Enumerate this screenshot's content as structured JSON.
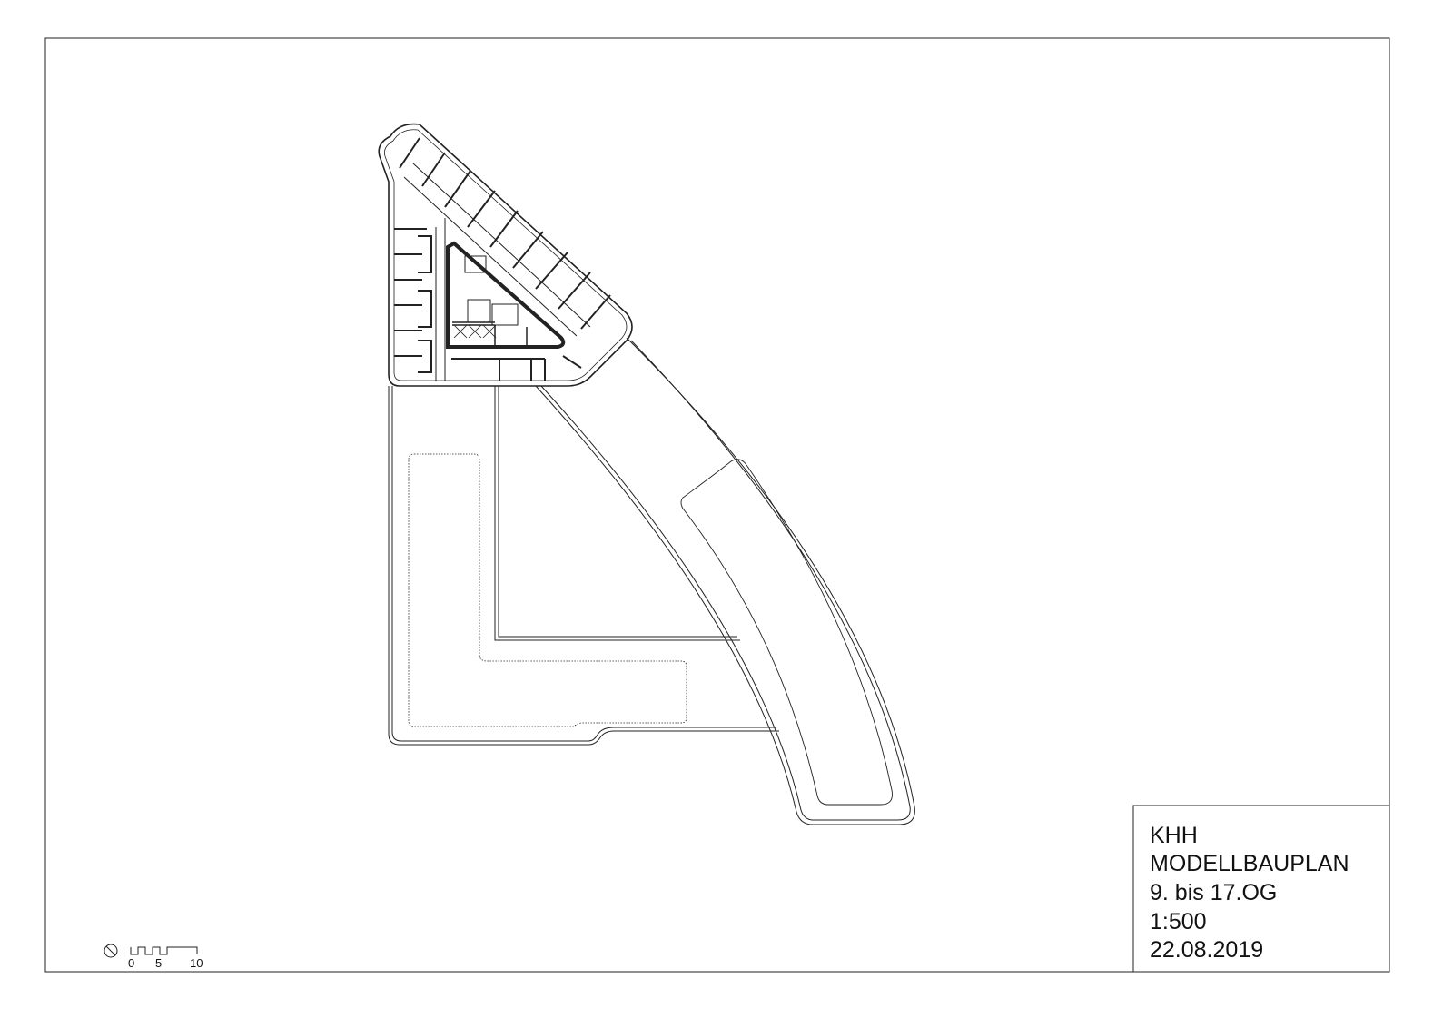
{
  "title_block": {
    "project": "KHH",
    "drawing": "MODELLBAUPLAN",
    "floors": "9. bis 17.OG",
    "scale": "1:500",
    "date": "22.08.2019"
  },
  "scale_bar": {
    "labels": [
      "0",
      "5",
      "10"
    ],
    "icon": "north-arrow-icon"
  }
}
